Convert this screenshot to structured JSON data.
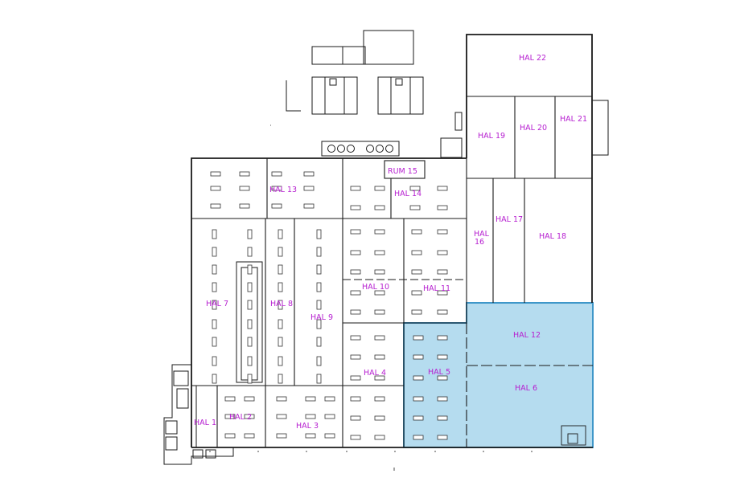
{
  "colors": {
    "label": "#b61fd0",
    "highlight_fill": "#b5dcef",
    "highlight_stroke": "#3f97c9",
    "wall": "#1a1a1a"
  },
  "halls": {
    "hal1": "HAL 1",
    "hal2": "HAL 2",
    "hal3": "HAL 3",
    "hal4": "HAL 4",
    "hal5": "HAL 5",
    "hal6": "HAL 6",
    "hal7": "HAL 7",
    "hal8": "HAL 8",
    "hal9": "HAL 9",
    "hal10": "HAL 10",
    "hal11": "HAL 11",
    "hal12": "HAL 12",
    "hal13": "HAL 13",
    "hal14": "HAL 14",
    "rum15": "RUM 15",
    "hal16a": "HAL",
    "hal16b": "16",
    "hal17": "HAL 17",
    "hal18": "HAL 18",
    "hal19": "HAL 19",
    "hal20": "HAL 20",
    "hal21": "HAL 21",
    "hal22": "HAL 22"
  },
  "highlighted_halls": [
    "HAL 5",
    "HAL 6",
    "HAL 12"
  ]
}
